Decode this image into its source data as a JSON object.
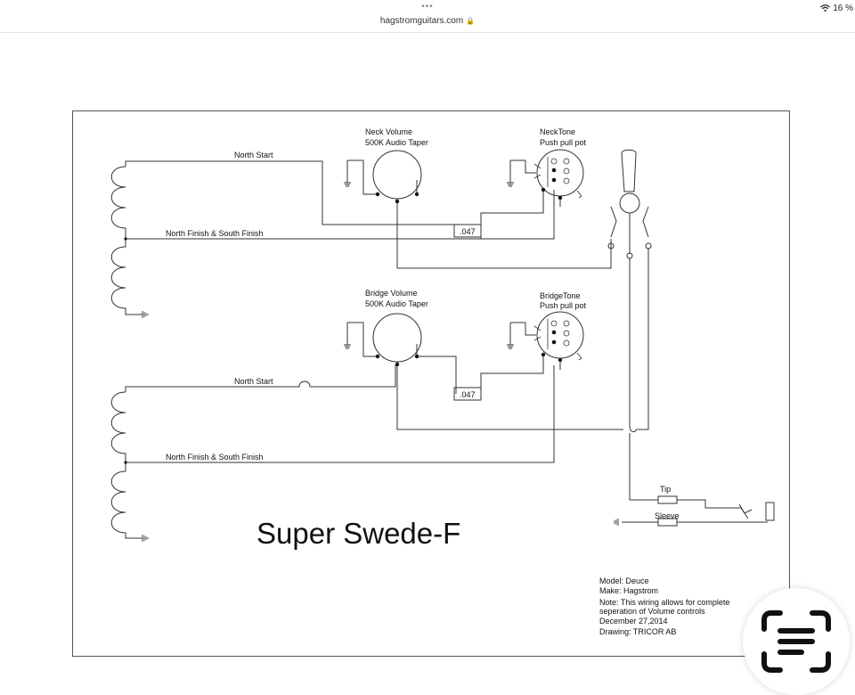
{
  "browser": {
    "tab_dots": "•••",
    "url": "hagstromguitars.com",
    "lock_icon": "🔒",
    "wifi_icon": "wifi-icon",
    "battery_text": "16 %"
  },
  "diagram": {
    "title": "Super Swede-F",
    "neck_pickup": {
      "start_label": "North Start",
      "finish_label": "North Finish & South Finish"
    },
    "bridge_pickup": {
      "start_label": "North Start",
      "finish_label": "North Finish & South Finish"
    },
    "neck_volume": {
      "line1": "Neck Volume",
      "line2": "500K Audio Taper"
    },
    "neck_tone": {
      "line1": "NeckTone",
      "line2": "Push pull pot"
    },
    "bridge_volume": {
      "line1": "Bridge Volume",
      "line2": "500K Audio Taper"
    },
    "bridge_tone": {
      "line1": "BridgeTone",
      "line2": "Push pull pot"
    },
    "neck_cap": ".047",
    "bridge_cap": ".047",
    "jack": {
      "tip": "Tip",
      "sleeve": "Sleeve"
    },
    "notes": {
      "model": "Model: Deuce",
      "make": "Make: Hagstrom",
      "note1": "Note: This wiring allows for complete",
      "note2": "seperation of Volume controls",
      "date": "December 27,2014",
      "drawing": "Drawing: TRICOR AB"
    }
  },
  "overlay": {
    "scan_icon": "live-text-scan-icon"
  }
}
